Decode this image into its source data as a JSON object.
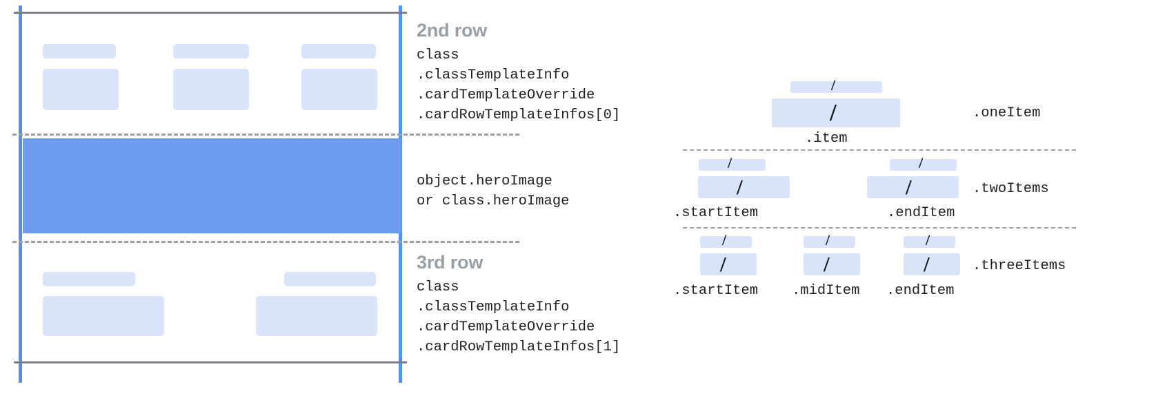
{
  "colors": {
    "guide_blue": "#5b8def",
    "hero_blue": "#6c9bee",
    "placeholder_blue": "#d9e3fa",
    "rule_gray": "#7a7f87",
    "dash_gray": "#9aa0a6",
    "title_gray": "#9aa0a6",
    "text_black": "#1f1f1f"
  },
  "left_diagram": {
    "rows": [
      {
        "title": "2nd row",
        "code_lines": [
          "class",
          ".classTemplateInfo",
          ".cardTemplateOverride",
          ".cardRowTemplateInfos[0]"
        ]
      },
      {
        "title": "",
        "code_lines": [
          "object.heroImage",
          "or class.heroImage"
        ]
      },
      {
        "title": "3rd row",
        "code_lines": [
          "class",
          ".classTemplateInfo",
          ".cardTemplateOverride",
          ".cardRowTemplateInfos[1]"
        ]
      }
    ]
  },
  "right_diagram": {
    "slash_glyph": "/",
    "groups": [
      {
        "name": ".oneItem",
        "items": [
          {
            "label": ".item"
          }
        ]
      },
      {
        "name": ".twoItems",
        "items": [
          {
            "label": ".startItem"
          },
          {
            "label": ".endItem"
          }
        ]
      },
      {
        "name": ".threeItems",
        "items": [
          {
            "label": ".startItem"
          },
          {
            "label": ".midItem"
          },
          {
            "label": ".endItem"
          }
        ]
      }
    ]
  }
}
